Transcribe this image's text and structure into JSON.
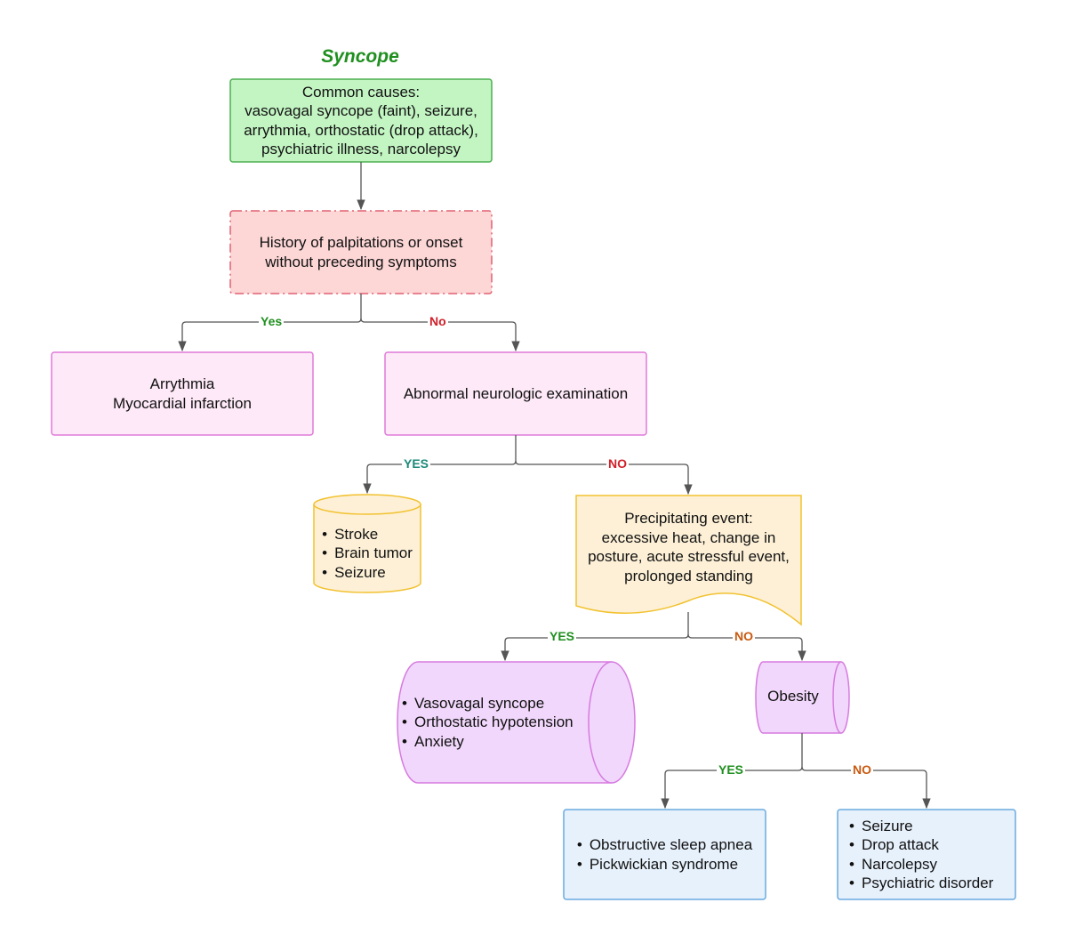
{
  "title": "Syncope",
  "causes": {
    "lines": [
      "Common causes:",
      "vasovagal syncope (faint), seizure,",
      "arrythmia, orthostatic (drop attack),",
      "psychiatric illness, narcolepsy"
    ]
  },
  "history": {
    "lines": [
      "History of palpitations or onset",
      "without preceding symptoms"
    ]
  },
  "labels": {
    "yes1": "Yes",
    "no1": "No",
    "yes2": "YES",
    "no2": "NO",
    "yes3": "YES",
    "no3": "NO",
    "yes4": "YES",
    "no4": "NO"
  },
  "arrythmia": {
    "lines": [
      "Arrythmia",
      "Myocardial infarction"
    ]
  },
  "neuro": {
    "text": "Abnormal neurologic examination"
  },
  "stroke": {
    "items": [
      "Stroke",
      "Brain tumor",
      "Seizure"
    ]
  },
  "precip": {
    "lines": [
      "Precipitating event:",
      "excessive heat, change in",
      "posture, acute stressful event,",
      "prolonged standing"
    ]
  },
  "vasovagal": {
    "items": [
      "Vasovagal syncope",
      "Orthostatic hypotension",
      "Anxiety"
    ]
  },
  "obesity": {
    "text": "Obesity"
  },
  "osa": {
    "items": [
      "Obstructive sleep apnea",
      "Pickwickian syndrome"
    ]
  },
  "other": {
    "items": [
      "Seizure",
      "Drop attack",
      "Narcolepsy",
      "Psychiatric disorder"
    ]
  },
  "colors": {
    "green_fill": "#c3f5c3",
    "green_stroke": "#4caf50",
    "red_fill": "#fdd6d6",
    "red_stroke": "#e06070",
    "pink_fill": "#fde9f7",
    "pink_stroke": "#e07ad8",
    "yellow_fill": "#fdf0d6",
    "yellow_stroke": "#f2c230",
    "purple_fill": "#f1d7fb",
    "purple_stroke": "#d77ae0",
    "blue_fill": "#e7f1fc",
    "blue_stroke": "#6aaae0",
    "line": "#555555"
  }
}
